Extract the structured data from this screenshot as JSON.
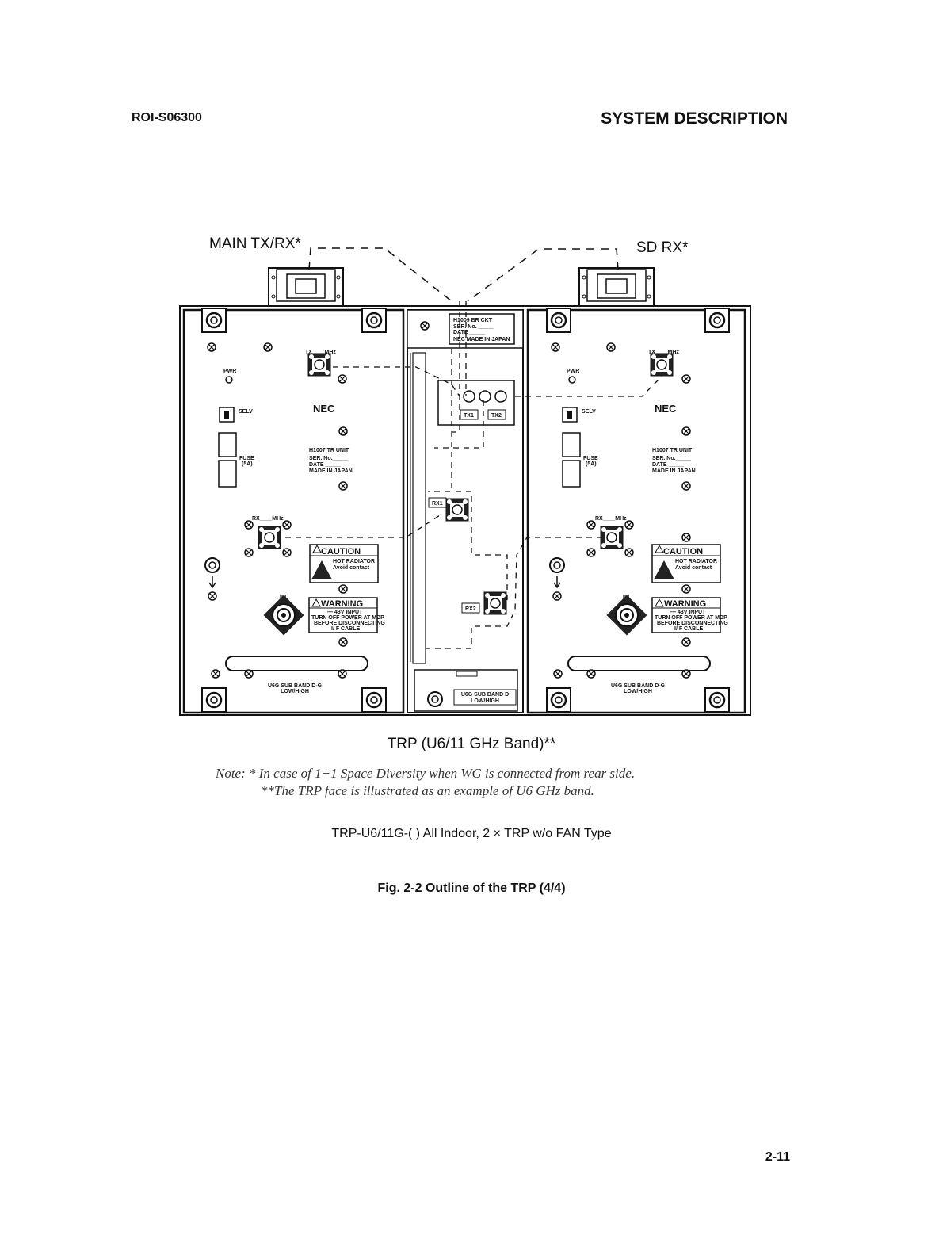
{
  "header": {
    "doc_id": "ROI-S06300",
    "section_title": "SYSTEM DESCRIPTION"
  },
  "diagram": {
    "callouts": {
      "main": "MAIN TX/RX*",
      "sd": "SD RX*"
    },
    "tr_unit": {
      "pwr": "PWR",
      "selv": "SELV",
      "fuse": "FUSE",
      "fuse_rating": "(5A)",
      "brand": "NEC",
      "model": "H1007   TR UNIT",
      "ser": "SER. No._____",
      "date": "DATE _____",
      "made": "MADE IN JAPAN",
      "tx": "TX____MHz",
      "rx": "RX____MHz",
      "ifl": "IFL",
      "caution": "CAUTION",
      "caution_sub1": "HOT RADIATOR",
      "caution_sub2": "Avoid contact",
      "warning": "WARNING",
      "warning_1": "— 43V INPUT",
      "warning_2": "TURN OFF POWER AT MDP",
      "warning_3": "BEFORE DISCONNECTING",
      "warning_4": "I/ F CABLE",
      "band_1": "U6G SUB BAND D-G",
      "band_2": "LOW/HIGH"
    },
    "br_ckt": {
      "model": "H1009   BR CKT",
      "ser": "SER. No. _____",
      "date": "DATE _____",
      "made": "NEC MADE IN JAPAN",
      "tx1": "TX1",
      "tx2": "TX2",
      "rx1": "RX1",
      "rx2": "RX2",
      "band_1": "U6G SUB BAND D",
      "band_2": "LOW/HIGH"
    }
  },
  "caption": "TRP (U6/11 GHz Band)**",
  "notes": [
    "Note:  * In case of 1+1 Space Diversity when WG is connected from rear side.",
    "**The TRP face is illustrated as an example of U6 GHz band."
  ],
  "model_line": "TRP-U6/11G-( ) All Indoor, 2 × TRP w/o FAN Type",
  "figure_title": "Fig. 2-2  Outline of the TRP (4/4)",
  "page_number": "2-11"
}
